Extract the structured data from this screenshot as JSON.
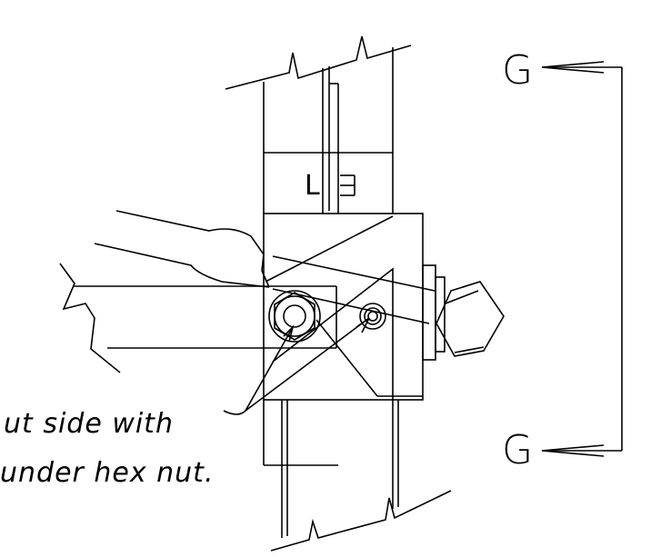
{
  "section_marks": {
    "top_letter": "G",
    "bottom_letter": "G"
  },
  "member_mark": "L",
  "callout": {
    "line1": "ut side with",
    "line2": "under hex nut."
  }
}
